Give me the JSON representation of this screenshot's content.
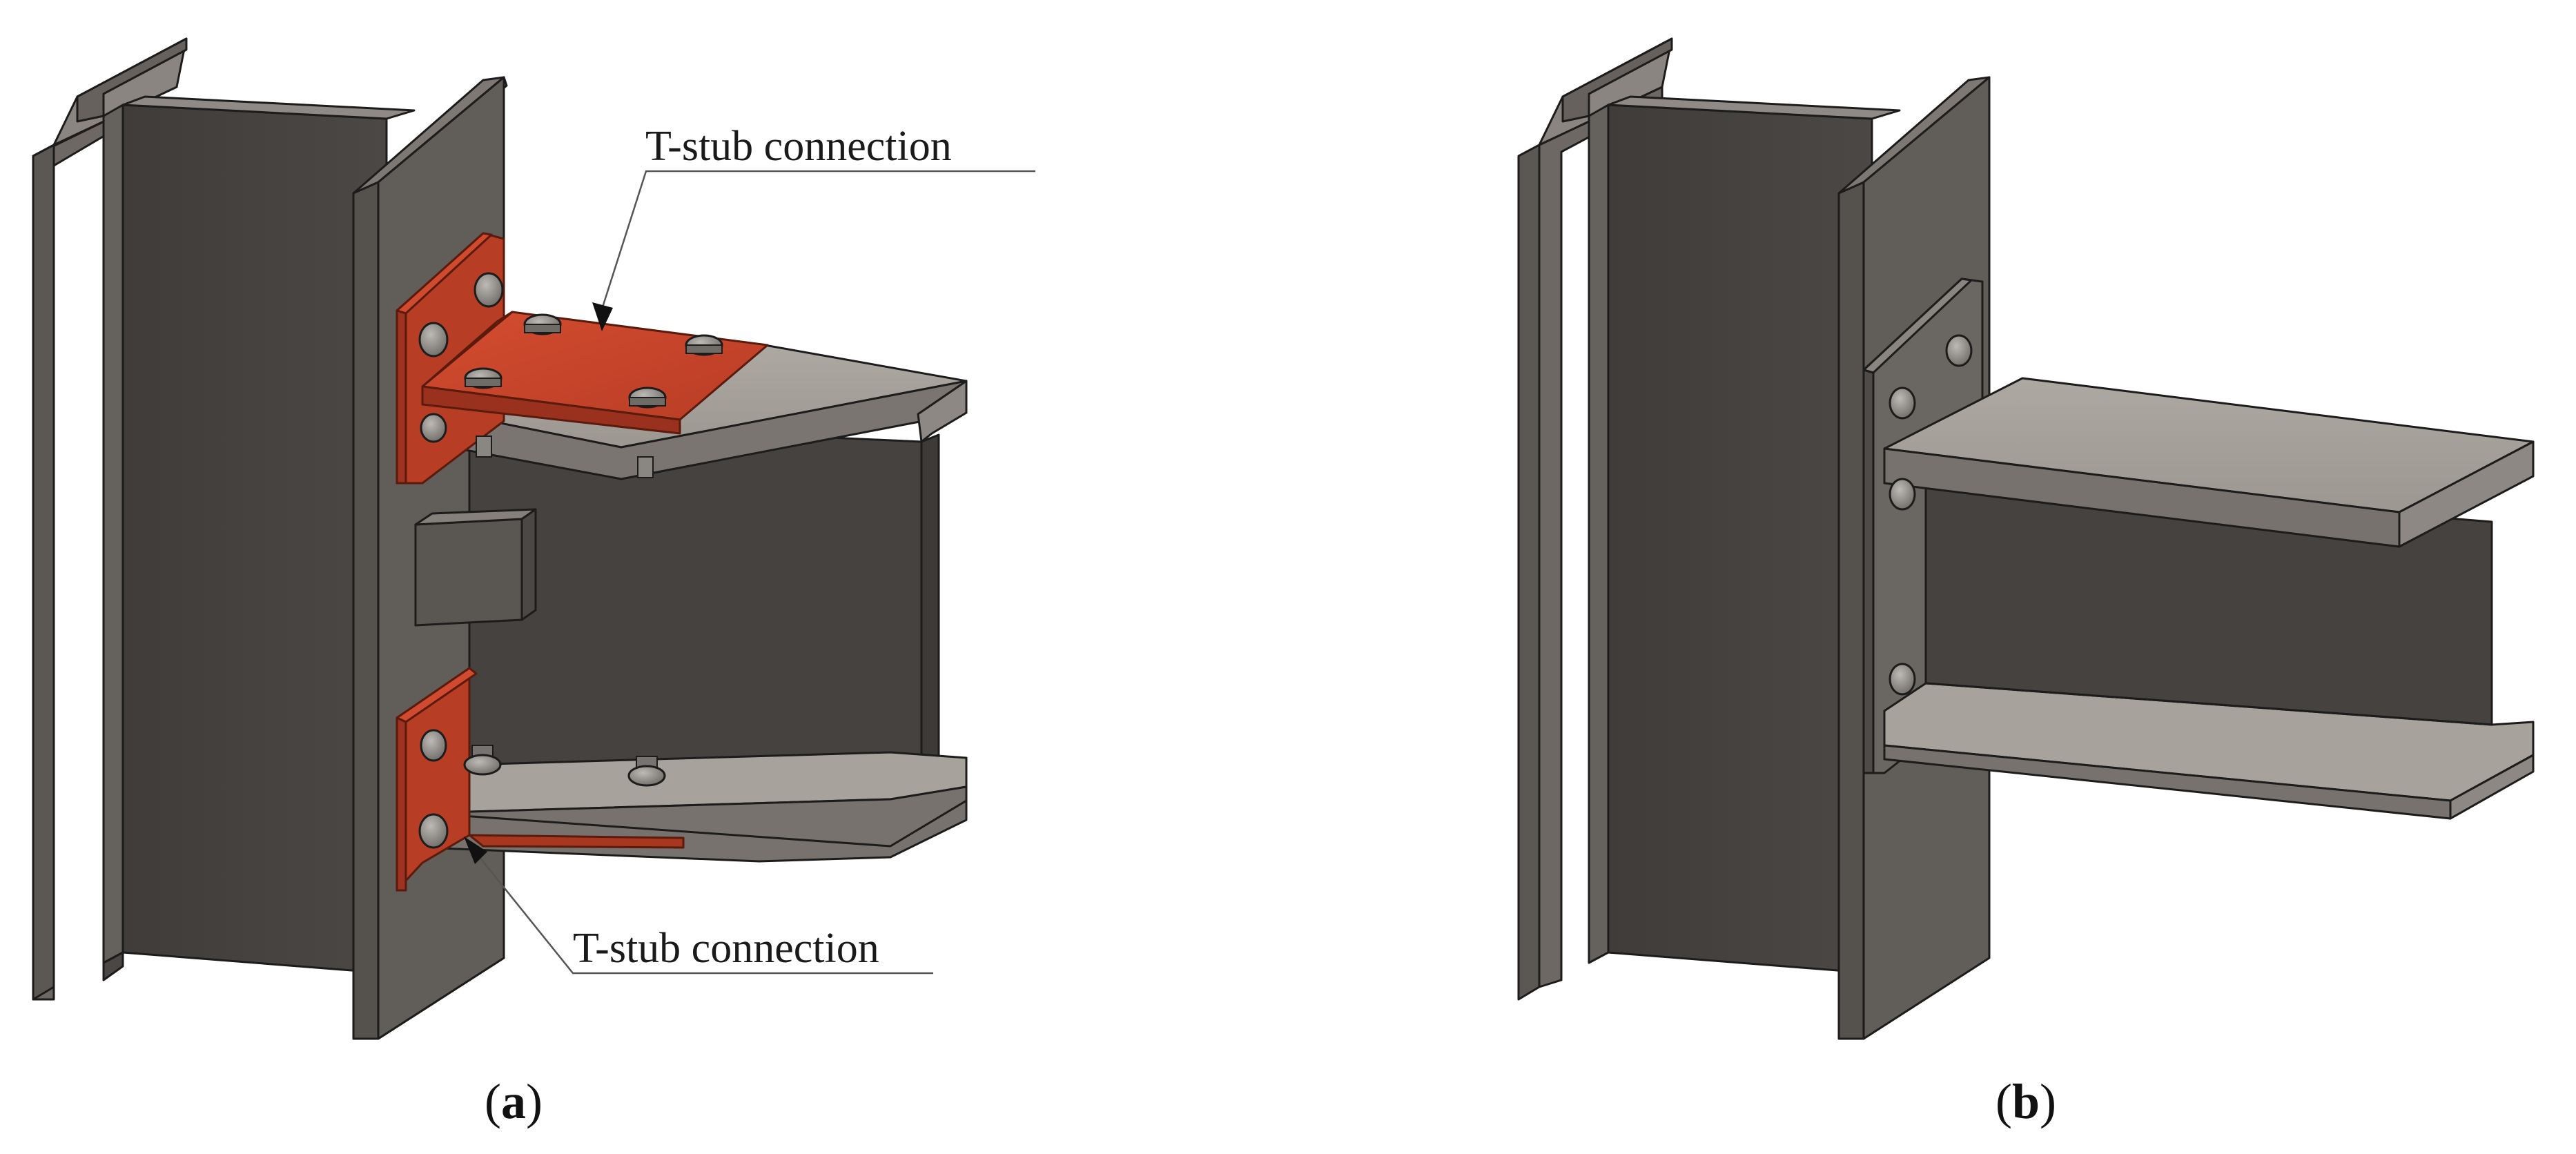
{
  "panels": [
    {
      "id": "a",
      "caption_letter": "a",
      "callouts": [
        {
          "label": "T-stub connection"
        },
        {
          "label": "T-stub connection"
        }
      ]
    },
    {
      "id": "b",
      "caption_letter": "b"
    }
  ],
  "colors": {
    "steel_light": "#a39e98",
    "steel_mid": "#6e6964",
    "steel_dark": "#423f3c",
    "steel_web": "#494643",
    "plate_face": "#c8432a",
    "plate_side": "#9e3220",
    "plate_light": "#d9553a",
    "bolt": "#8a8682",
    "outline": "#1c1c1c"
  }
}
